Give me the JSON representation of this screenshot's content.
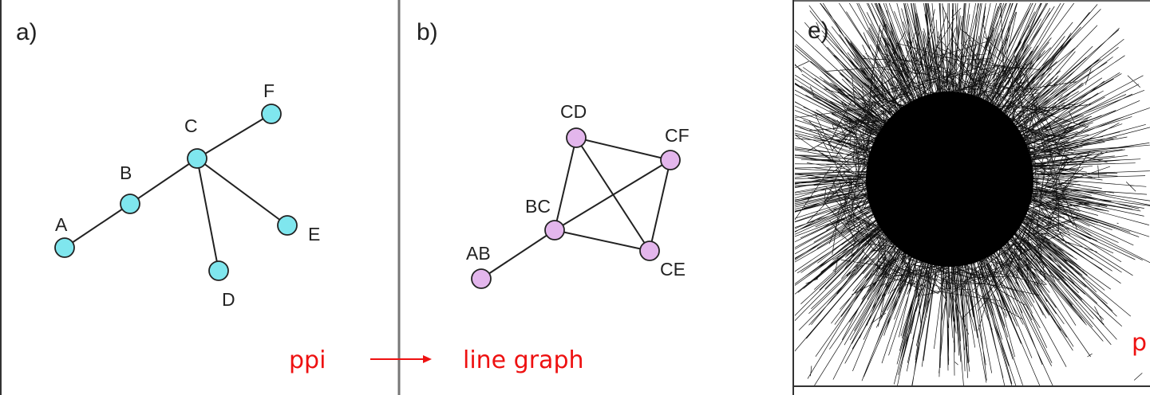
{
  "panels": {
    "a": {
      "label": "a)",
      "nodes": [
        {
          "id": "A",
          "label": "A"
        },
        {
          "id": "B",
          "label": "B"
        },
        {
          "id": "C",
          "label": "C"
        },
        {
          "id": "D",
          "label": "D"
        },
        {
          "id": "E",
          "label": "E"
        },
        {
          "id": "F",
          "label": "F"
        }
      ],
      "edges": [
        [
          "A",
          "B"
        ],
        [
          "B",
          "C"
        ],
        [
          "C",
          "F"
        ],
        [
          "C",
          "E"
        ],
        [
          "C",
          "D"
        ]
      ],
      "node_color": "#7fe6ee"
    },
    "b": {
      "label": "b)",
      "nodes": [
        {
          "id": "AB",
          "label": "AB"
        },
        {
          "id": "BC",
          "label": "BC"
        },
        {
          "id": "CD",
          "label": "CD"
        },
        {
          "id": "CF",
          "label": "CF"
        },
        {
          "id": "CE",
          "label": "CE"
        }
      ],
      "edges": [
        [
          "AB",
          "BC"
        ],
        [
          "BC",
          "CD"
        ],
        [
          "BC",
          "CF"
        ],
        [
          "BC",
          "CE"
        ],
        [
          "CD",
          "CF"
        ],
        [
          "CD",
          "CE"
        ],
        [
          "CF",
          "CE"
        ]
      ],
      "node_color": "#e3b6ec"
    },
    "e": {
      "label": "e)",
      "cut_text": "p"
    }
  },
  "caption": {
    "from": "ppi",
    "to": "line graph",
    "color": "#ee1111"
  }
}
